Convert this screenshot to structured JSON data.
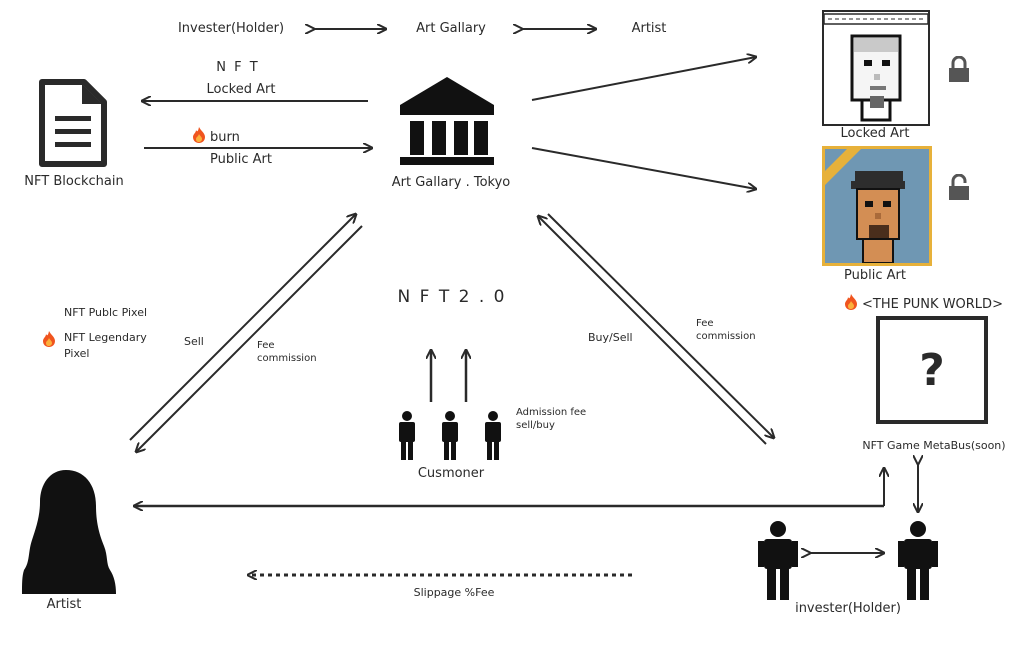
{
  "top_flow": {
    "investor": "Invester(Holder)",
    "gallery": "Art Gallary",
    "artist": "Artist"
  },
  "blockchain": {
    "label": "NFT Blockchain",
    "nft_letters": "N F T",
    "locked_art": "Locked Art",
    "burn": "burn",
    "public_art": "Public Art"
  },
  "gallery": {
    "label": "Art Gallary . Tokyo"
  },
  "art_panel": {
    "locked_label": "Locked Art",
    "public_label": "Public Art",
    "punk_world": "<THE PUNK WORLD>"
  },
  "center": {
    "title": "N F T 2 . 0",
    "admission_fee": "Admission fee",
    "sell_buy": "sell/buy",
    "customer": "Cusmoner"
  },
  "left_edge": {
    "public_pixel": "NFT Publc Pixel",
    "legendary_line1": "NFT Legendary",
    "legendary_line2": "Pixel",
    "sell": "Sell",
    "fee": "Fee",
    "commission": "commission"
  },
  "right_edge": {
    "buy_sell": "Buy/Sell",
    "fee": "Fee",
    "commission": "commission"
  },
  "game": {
    "mystery_mark": "?",
    "label": "NFT Game MetaBus(soon)"
  },
  "bottom": {
    "artist": "Artist",
    "investor": "invester(Holder)",
    "slippage": "Slippage %Fee"
  },
  "colors": {
    "ink": "#2a2a2a",
    "flame": "#f0541e",
    "flame_core": "#fbb03b",
    "gold": "#e7b13a",
    "teal": "#6f97b3",
    "skin": "#d38e54"
  }
}
